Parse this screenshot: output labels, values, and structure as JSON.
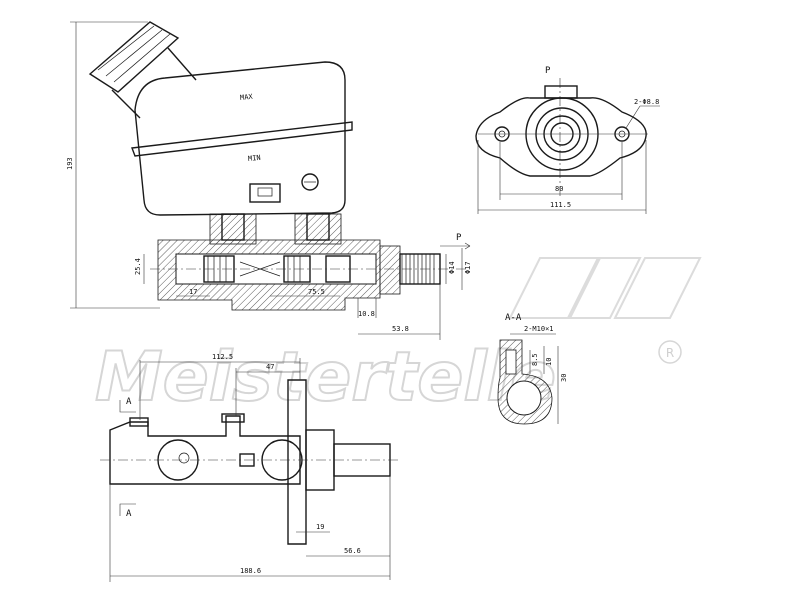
{
  "watermark": {
    "brand": "Meistertelle",
    "mark": "R"
  },
  "reservoir": {
    "max_label": "MAX",
    "min_label": "MIN"
  },
  "dimensions": {
    "overall_height": "193",
    "bore": "25.4",
    "d1": "17",
    "d2": "75.5",
    "d3": "10.8",
    "d4": "53.8",
    "phi14": "Φ14",
    "phi17": "Φ17",
    "front_spacing": "80",
    "front_width": "111.5",
    "front_holes": "2-Φ8.8",
    "section_thread": "2-M10×1",
    "section_a": "8.5",
    "section_b": "10",
    "section_c": "30",
    "top_total": "112.5",
    "top_47": "47",
    "top_19": "19",
    "top_56": "56.6",
    "overall_length": "188.6"
  },
  "labels": {
    "view_p_front": "P",
    "view_p_arrow": "P",
    "section_title": "A-A",
    "section_a_top": "A",
    "section_a_bottom": "A"
  },
  "colors": {
    "line": "#1a1a1a",
    "watermark": "#d6d6d6",
    "background": "#ffffff"
  }
}
